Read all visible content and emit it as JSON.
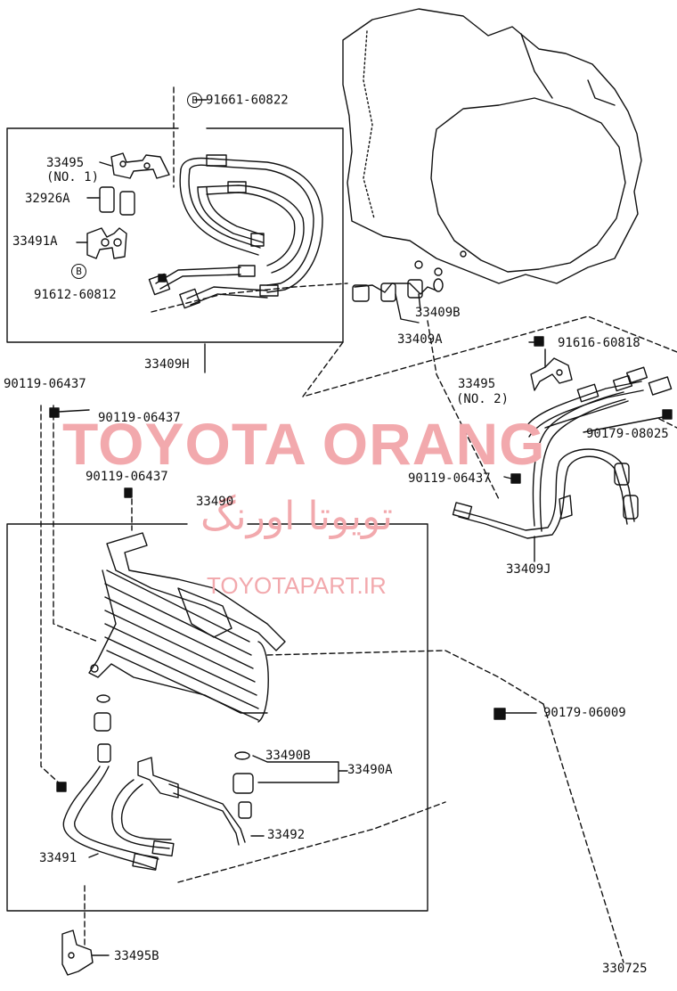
{
  "watermark": {
    "brand": "TOYOTA ORANG",
    "persian": "تویوتا اورنگ",
    "url": "TOYOTAPART.IR"
  },
  "diagram_number": "330725",
  "circle_marker": "B",
  "labels": {
    "b_bolt_top": "91661-60822",
    "clamp_33495": "33495",
    "clamp_no1": "(NO. 1)",
    "grommet_32926a": "32926A",
    "clamp_33491a": "33491A",
    "b_bolt_left": "91612-60812",
    "tube_assy_33409h": "33409H",
    "union_33409b": "33409B",
    "union_33409a": "33409A",
    "bolt_91616": "91616-60818",
    "clamp_33495_no2_num": "33495",
    "clamp_no2": "(NO. 2)",
    "nut_90179_08025": "90179-08025",
    "bolt_left_top": "90119-06437",
    "bolt_left_mid": "90119-06437",
    "bolt_center": "90119-06437",
    "bolt_right_mid": "90119-06437",
    "tube_assy_33409j": "33409J",
    "cooler_33490": "33490",
    "nut_90179_06009": "90179-06009",
    "union_33490b": "33490B",
    "union_33490a": "33490A",
    "hose_33492": "33492",
    "hose_33491": "33491",
    "bracket_33495b": "33495B"
  }
}
